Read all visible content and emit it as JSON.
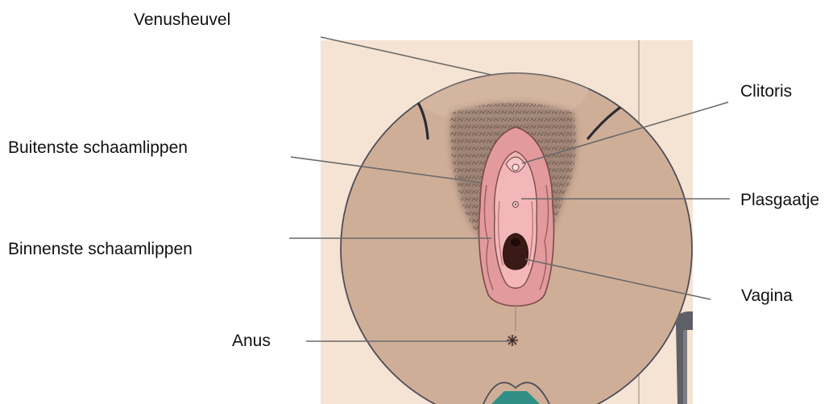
{
  "labels": {
    "venusheuvel": "Venusheuvel",
    "clitoris": "Clitoris",
    "buitenste_schaamlippen": "Buitenste schaamlippen",
    "plasgaatje": "Plasgaatje",
    "binnenste_schaamlippen": "Binnenste schaamlippen",
    "vagina": "Vagina",
    "anus": "Anus"
  },
  "colors": {
    "panel_background": "#f5e3d3",
    "skin": "#cfae98",
    "outline": "#4e4e58",
    "hair": "#6b5a52",
    "outer_labia": "#e9a7a8",
    "inner_labia": "#f2b8b9",
    "opening": "#3a1a16",
    "leader_line": "#6a6a6a",
    "teal_accent": "#2f8f86"
  }
}
